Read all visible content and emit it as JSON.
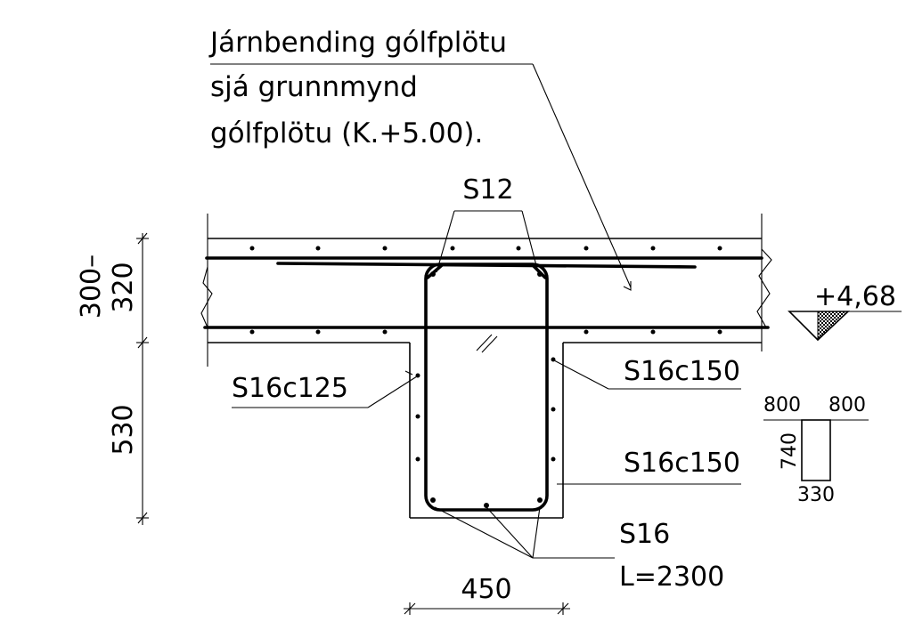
{
  "note": {
    "line1": "Járnbending gólfplötu",
    "line2": "sjá grunnmynd",
    "line3": "gólfplötu (K.+5.00)."
  },
  "labels": {
    "s12": "S12",
    "s16c125": "S16c125",
    "s16c150_upper": "S16c150",
    "s16c150_lower": "S16c150",
    "s16": "S16",
    "length": "L=2300"
  },
  "dimensions": {
    "slab_top": "300–",
    "slab_bottom": "320",
    "beam_depth": "530",
    "beam_width": "450"
  },
  "level": {
    "value": "+4,68"
  },
  "section_detail": {
    "left": "800",
    "right": "800",
    "height": "740",
    "width": "330"
  }
}
